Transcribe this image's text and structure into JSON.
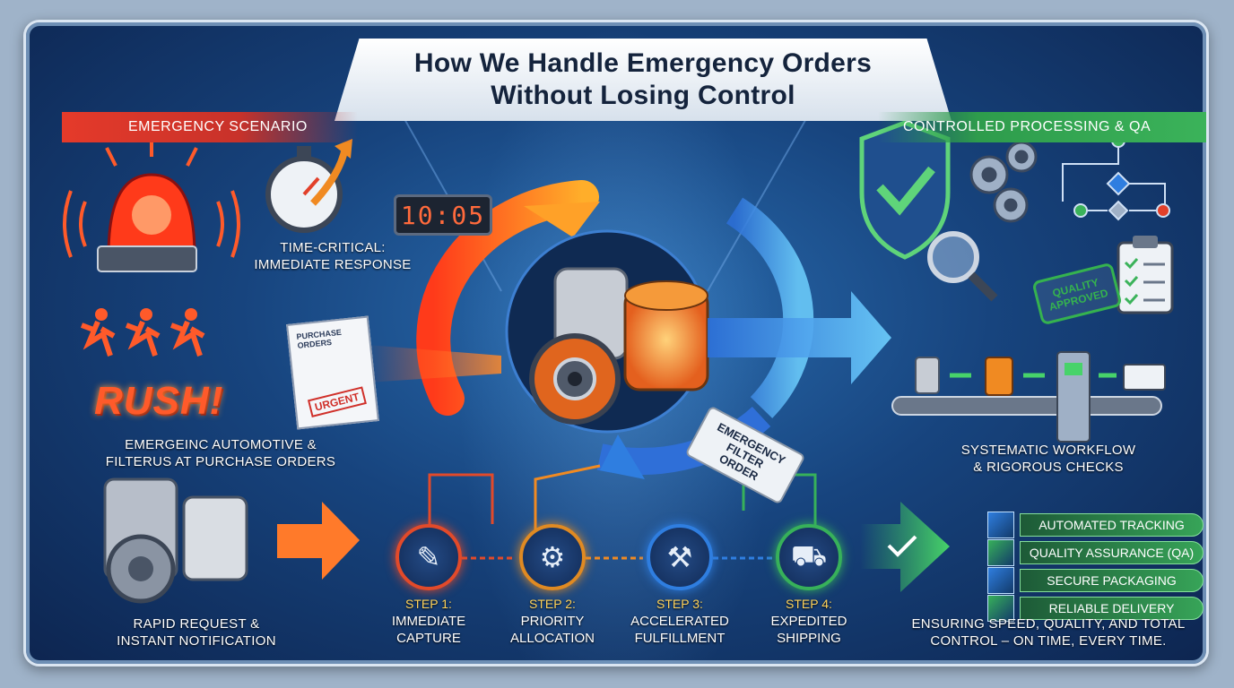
{
  "title": {
    "line1": "How We Handle Emergency Orders",
    "line2": "Without Losing Control"
  },
  "left": {
    "banner": "EMERGENCY SCENARIO",
    "time_label": [
      "TIME-CRITICAL:",
      "IMMEDIATE RESPONSE"
    ],
    "timer": "10:05",
    "doc_title": [
      "PURCHASE",
      "ORDERS"
    ],
    "doc_stamp": "URGENT",
    "rush": "RUSH!",
    "orders_label": [
      "EMERGEINC AUTOMOTIVE &",
      "FILTERUS AT PURCHASE ORDERS"
    ],
    "rapid_label": [
      "RAPID REQUEST &",
      "INSTANT NOTIFICATION"
    ]
  },
  "center": {
    "tag": [
      "EMERGENCY",
      "FILTER",
      "ORDER"
    ],
    "steps": [
      {
        "num": "STEP 1:",
        "line1": "IMMEDIATE",
        "line2": "CAPTURE",
        "color": "#e24a2a"
      },
      {
        "num": "STEP 2:",
        "line1": "PRIORITY",
        "line2": "ALLOCATION",
        "color": "#e08a22"
      },
      {
        "num": "STEP 3:",
        "line1": "ACCELERATED",
        "line2": "FULFILLMENT",
        "color": "#2f7ee0"
      },
      {
        "num": "STEP 4:",
        "line1": "EXPEDITED",
        "line2": "SHIPPING",
        "color": "#37b15a"
      }
    ]
  },
  "right": {
    "banner": "CONTROLLED PROCESSING & QA",
    "qa_stamp": [
      "QUALITY",
      "APPROVED"
    ],
    "workflow_label": [
      "SYSTEMATIC WORKFLOW",
      "& RIGOROUS CHECKS"
    ],
    "checklist": [
      {
        "label": "AUTOMATED TRACKING",
        "style": "g"
      },
      {
        "label": "QUALITY ASSURANCE (QA)",
        "style": "g"
      },
      {
        "label": "SECURE PACKAGING",
        "style": "g"
      },
      {
        "label": "RELIABLE DELIVERY",
        "style": "g"
      }
    ],
    "footer": [
      "ENSURING SPEED, QUALITY, AND TOTAL",
      "CONTROL – ON TIME, EVERY TIME."
    ]
  },
  "colors": {
    "red": "#e53a2a",
    "orange": "#f08a22",
    "blue": "#2f7ee0",
    "green": "#37b15a"
  }
}
